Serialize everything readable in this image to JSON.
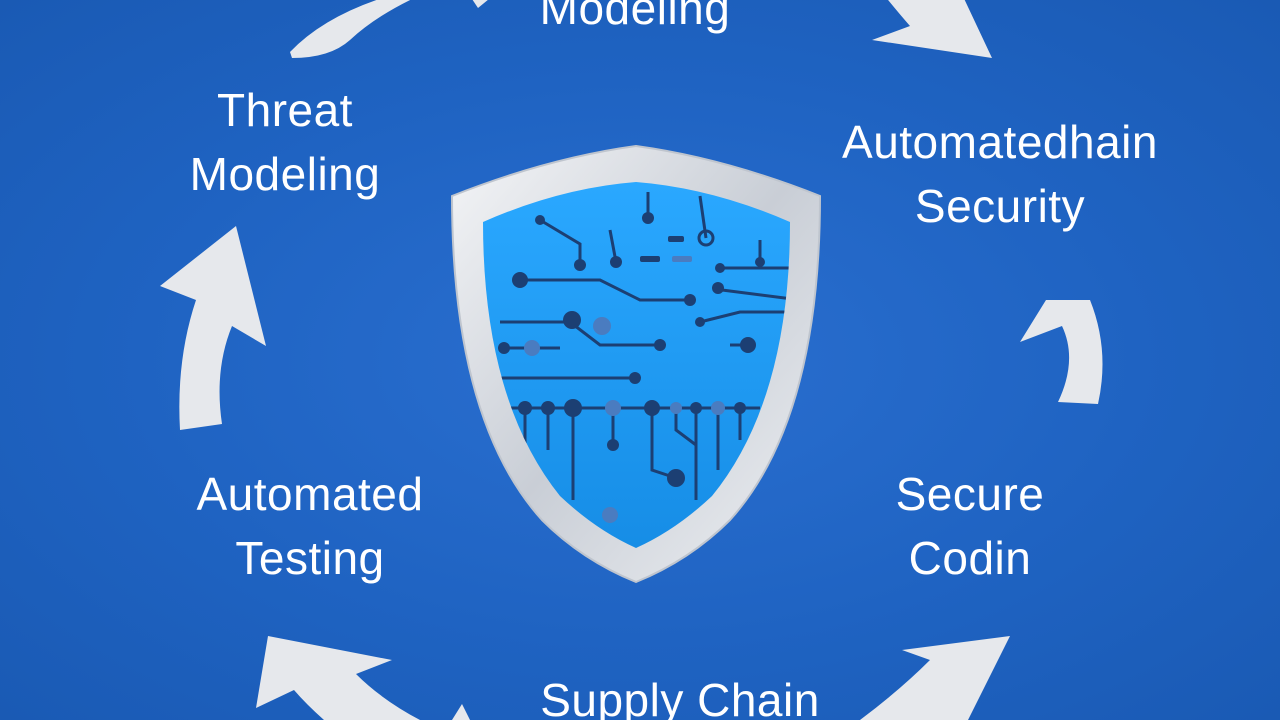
{
  "diagram": {
    "stages": [
      {
        "id": "top",
        "lines": [
          "",
          "Modeling"
        ]
      },
      {
        "id": "top-left",
        "lines": [
          "Threat",
          "Modeling"
        ]
      },
      {
        "id": "top-right",
        "lines": [
          "Automatedhain",
          "Security"
        ]
      },
      {
        "id": "bottom-left",
        "lines": [
          "Automated",
          "Testing"
        ]
      },
      {
        "id": "bottom-right",
        "lines": [
          "Secure",
          "Codin"
        ]
      },
      {
        "id": "bottom",
        "lines": [
          "Supply Chain",
          ""
        ]
      }
    ],
    "center_icon": "circuit-shield-icon",
    "arrow_icon": "cycle-arrow-icon"
  },
  "colors": {
    "background": "#1f63c2",
    "text": "#ffffff",
    "arrow": "#e6e8ec",
    "shield_rim": "#d9dde3",
    "shield_fill": "#1e9bf0",
    "circuit": "#1c3f73"
  }
}
